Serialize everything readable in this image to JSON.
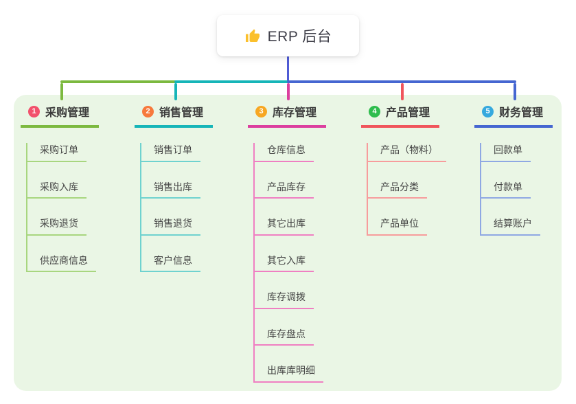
{
  "root": {
    "label": "ERP 后台",
    "icon": "thumbs-up-icon",
    "icon_color": "#fbc02d"
  },
  "colors": {
    "panel_bg": "#eaf6e5",
    "root_connector": "#4f5bd5",
    "card_bg": "#ffffff",
    "text_dark": "#3b3b3b"
  },
  "branches": [
    {
      "badge": "1",
      "label": "采购管理",
      "badge_color": "#f2516c",
      "line_color": "#7cb93f",
      "child_line_color": "#a8d67f",
      "children": [
        "采购订单",
        "采购入库",
        "采购退货",
        "供应商信息"
      ]
    },
    {
      "badge": "2",
      "label": "销售管理",
      "badge_color": "#f7793c",
      "line_color": "#16b5b8",
      "child_line_color": "#6fd2cf",
      "children": [
        "销售订单",
        "销售出库",
        "销售退货",
        "客户信息"
      ]
    },
    {
      "badge": "3",
      "label": "库存管理",
      "badge_color": "#f7a722",
      "line_color": "#dc3f9f",
      "child_line_color": "#ef7fc2",
      "children": [
        "仓库信息",
        "产品库存",
        "其它出库",
        "其它入库",
        "库存调拨",
        "库存盘点",
        "出库库明细"
      ]
    },
    {
      "badge": "4",
      "label": "产品管理",
      "badge_color": "#2fbd4e",
      "line_color": "#f0555c",
      "child_line_color": "#f79c9c",
      "children": [
        "产品（物料）",
        "产品分类",
        "产品单位"
      ]
    },
    {
      "badge": "5",
      "label": "财务管理",
      "badge_color": "#36a9de",
      "line_color": "#4566d1",
      "child_line_color": "#8fa8e3",
      "children": [
        "回款单",
        "付款单",
        "结算账户"
      ]
    }
  ]
}
